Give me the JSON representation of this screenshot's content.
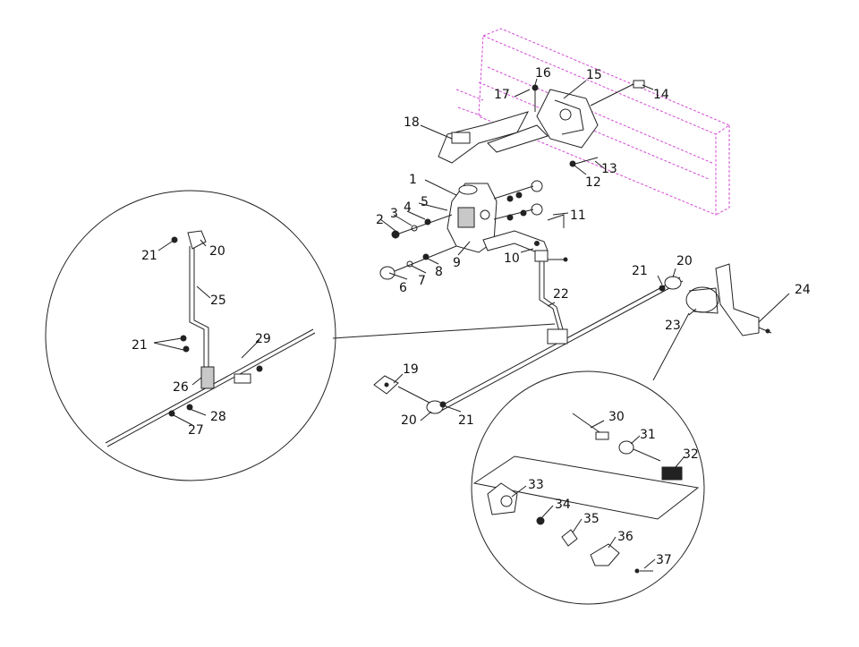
{
  "colors": {
    "frame": "#d24bd2",
    "line": "#222222"
  },
  "labels": {
    "c1": "1",
    "c2": "2",
    "c3": "3",
    "c4": "4",
    "c5": "5",
    "c6": "6",
    "c7": "7",
    "c8": "8",
    "c9": "9",
    "c10": "10",
    "c11": "11",
    "c12": "12",
    "c13": "13",
    "c14": "14",
    "c15": "15",
    "c16": "16",
    "c17": "17",
    "c18": "18",
    "c19": "19",
    "c20a": "20",
    "c20b": "20",
    "c20c": "20",
    "c21a": "21",
    "c21b": "21",
    "c21c": "21",
    "c21d": "21",
    "c22": "22",
    "c23": "23",
    "c24": "24",
    "c25": "25",
    "c26": "26",
    "c27": "27",
    "c28": "28",
    "c29": "29",
    "c30": "30",
    "c31": "31",
    "c32": "32",
    "c33": "33",
    "c34": "34",
    "c35": "35",
    "c36": "36",
    "c37": "37"
  }
}
